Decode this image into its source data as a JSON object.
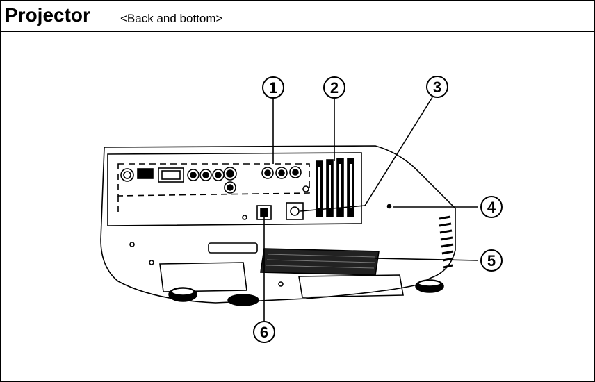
{
  "title": "Projector",
  "subtitle": "<Back and bottom>",
  "callouts": [
    "1",
    "2",
    "3",
    "4",
    "5",
    "6"
  ],
  "icons": [
    "projector-illustration"
  ]
}
